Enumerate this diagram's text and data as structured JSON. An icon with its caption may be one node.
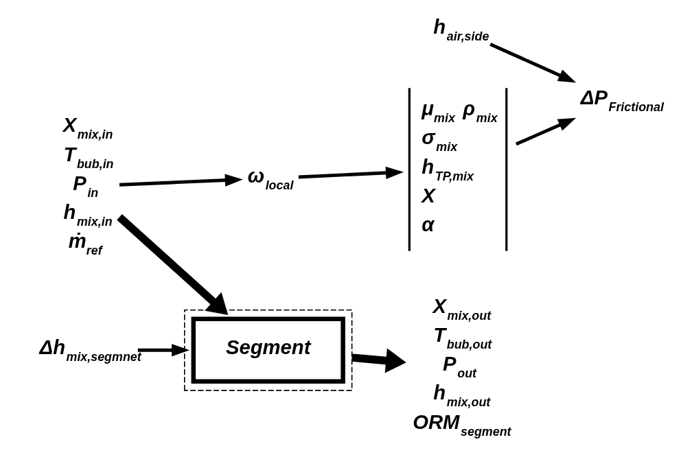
{
  "diagram": {
    "nodes": [
      {
        "text": [
          "ω$_{local}$"
        ]
      },
      {
        "text": [
          "μ$_{mix}$ ρ$_{mix}$",
          "σ$_{mix}$",
          "h$_{TP,mix}$",
          "X",
          "α"
        ]
      },
      {
        "text": [
          "h$_{air,side}$"
        ]
      },
      {
        "text": [
          "ΔP$_{Frictional}$"
        ]
      },
      {
        "text": [
          "Δh$_{mix,segmnet}$"
        ]
      },
      {
        "text": [],
        "shape": "box"
      },
      {
        "text": [
          "Segment"
        ],
        "in": 5
      },
      {
        "text": [
          "X$_{mix,in}$",
          "T$_{bub,in}$",
          "P$_{in}$",
          "h$_{mix,in}$",
          "ṁ$_{ref}$"
        ]
      },
      {
        "text": [
          "X$_{mix,out}$",
          "T$_{bub,out}$",
          "P$_{out}$",
          "h$_{mix,out}$",
          "ORM$_{segment}$"
        ]
      }
    ],
    "edges": [
      {
        "from": 7,
        "to": 0,
        "arrow": "to"
      },
      {
        "from": 0,
        "to": 1,
        "arrow": "to"
      },
      {
        "from": 1,
        "to": 3,
        "arrow": "to"
      },
      {
        "from": 2,
        "to": 3,
        "arrow": "to"
      },
      {
        "from": 4,
        "to": 5,
        "arrow": "to"
      },
      {
        "from": 7,
        "to": 5,
        "arrow": "to",
        "style": "thick"
      },
      {
        "from": 5,
        "to": 8,
        "arrow": "to",
        "style": "thick"
      }
    ]
  }
}
